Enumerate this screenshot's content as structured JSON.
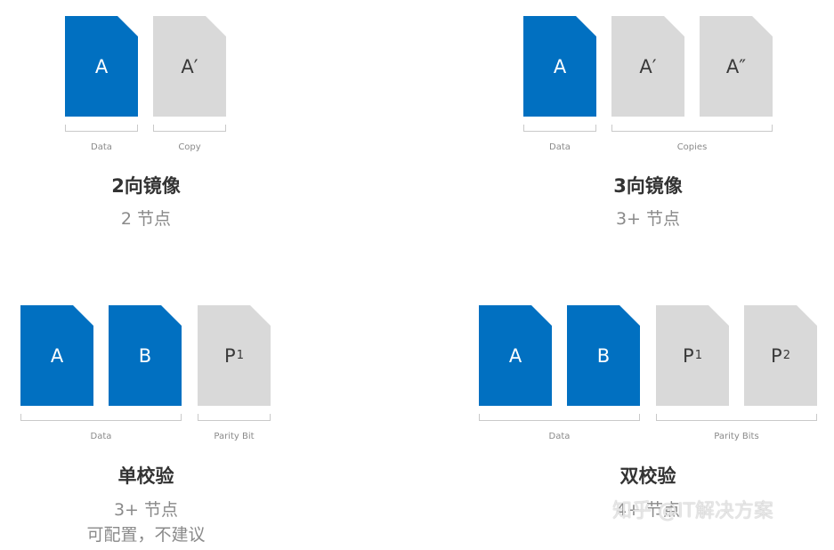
{
  "panels": {
    "two_way_mirror": {
      "docs": [
        "A",
        "A′"
      ],
      "brackets": [
        "Data",
        "Copy"
      ],
      "title": "2向镜像",
      "subtitle": "2 节点"
    },
    "three_way_mirror": {
      "docs": [
        "A",
        "A′",
        "A″"
      ],
      "brackets": [
        "Data",
        "Copies"
      ],
      "title": "3向镜像",
      "subtitle": "3+ 节点"
    },
    "single_parity": {
      "docs": [
        "A",
        "B",
        "P",
        "1"
      ],
      "brackets": [
        "Data",
        "Parity Bit"
      ],
      "title": "单校验",
      "subtitle": "3+ 节点",
      "subtitle2": "可配置，不建议"
    },
    "dual_parity": {
      "docs": [
        "A",
        "B",
        "P",
        "1",
        "P",
        "2"
      ],
      "brackets": [
        "Data",
        "Parity Bits"
      ],
      "title": "双校验",
      "subtitle": "4+ 节点"
    }
  },
  "watermark": "知乎 @IT解决方案",
  "colors": {
    "data_block": "#0170c1",
    "parity_block": "#d9d9d9",
    "text_dark": "#333333",
    "text_gray": "#8a8a8a"
  }
}
